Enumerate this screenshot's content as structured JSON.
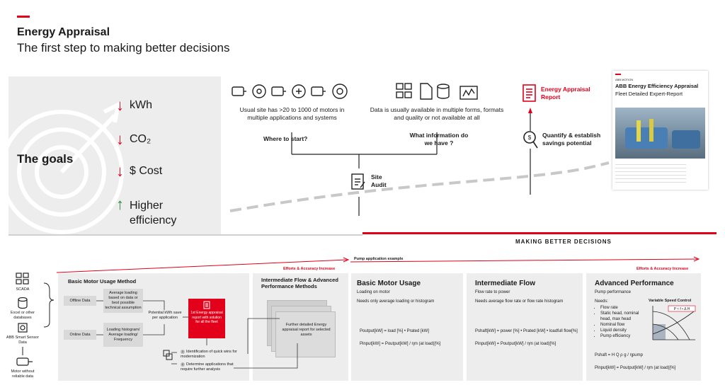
{
  "header": {
    "title": "Energy Appraisal",
    "subtitle": "The first step to making better decisions"
  },
  "goals": {
    "label": "The goals",
    "items": [
      {
        "text": "kWh",
        "direction": "down"
      },
      {
        "text": "CO₂",
        "direction": "down"
      },
      {
        "text": "$ Cost",
        "direction": "down"
      },
      {
        "text": "Higher efficiency",
        "direction": "up"
      }
    ],
    "colors": {
      "down": "#e2001a",
      "up": "#2e8b3a"
    }
  },
  "flow": {
    "motors_text": "Usual site has >20 to 1000 of motors in multiple applications and systems",
    "data_text": "Data is usually available in multiple forms, formats and quality or not available at all",
    "where_start": "Where to start?",
    "what_info": "What information do we have ?",
    "site_audit": "Site Audit",
    "quantify": "Quantify & establish savings potential",
    "report_label": "Energy Appraisal Report"
  },
  "report_doc": {
    "label_small": "ABB MOTION",
    "title": "ABB Energy Efficiency Appraisal",
    "subtitle": "Fleet Detailed Expert-Report"
  },
  "banner": "MAKING BETTER DECISIONS",
  "bottom": {
    "efforts_left": "Efforts & Accuracy Increase",
    "efforts_right": "Efforts & Accuracy Increase",
    "pump_example": "Pump application example",
    "sources": [
      "SCADA",
      "Excel or other databases",
      "ABB Smart Sensor Data",
      "Motor without reliable data"
    ],
    "basic_method": {
      "title": "Basic Motor Usage Method",
      "offline": "Offline Data",
      "online": "Online Data",
      "avg_loading": "Average loading based on data or best possible technical assumption",
      "histogram": "Loading histogram/ Average loading/ Frequency",
      "potential": "Potential kWh save per application",
      "report": "1st Energy appraisal report with solution for all the fleet",
      "step1": "Identification of quick wins for modernization",
      "step2": "Determine applications that require further analysis"
    },
    "intermediate_method": {
      "title": "Intermediate Flow & Advanced Performance Methods",
      "doc_text": "Further detailed Energy appraisal report for selected assets"
    },
    "col_basic": {
      "title": "Basic Motor Usage",
      "sub": "Loading on motor",
      "needs": "Needs only average loading or histogram",
      "f1": "Poutput[kW] = load [%] • Prated [kW]",
      "f2": "Pinput[kW] = Poutput[kW] / ηm (at load)[%]"
    },
    "col_intermediate": {
      "title": "Intermediate Flow",
      "sub": "Flow rate to power",
      "needs": "Needs average flow rate or flow rate histogram",
      "f1": "Pshaft[kW] = power [%] • Prated [kW] • loadfull flow[%]",
      "f2": "Pinput[kW] = Poutput[kW] / ηm (at load)[%]"
    },
    "col_advanced": {
      "title": "Advanced Performance",
      "sub": "Pump performance",
      "needs_label": "Needs:",
      "needs": [
        "Flow rate",
        "Static head, nominal head, max head",
        "Nominal flow",
        "Liquid density",
        "Pump efficiency"
      ],
      "vsc_title": "Variable Speed Control",
      "vsc_formula": "P ≈ f • Δ H",
      "f1": "Pshaft = H Q ρ g / ηpump",
      "f2": "Pinput[kW] = Poutput[kW] / ηm (at load)[%]"
    }
  }
}
